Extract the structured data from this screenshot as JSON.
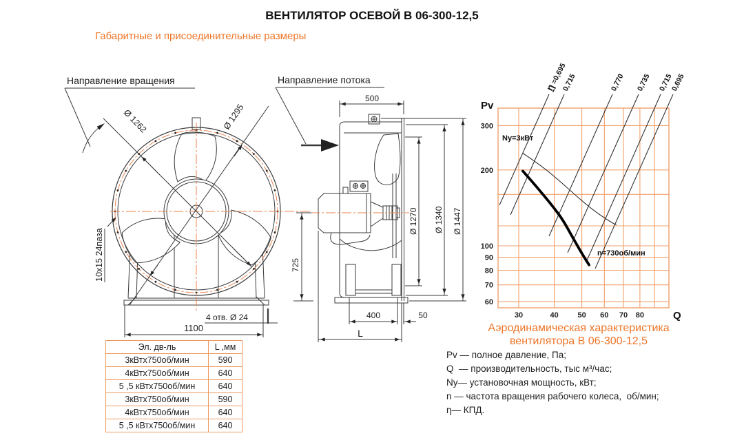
{
  "page": {
    "title": "ВЕНТИЛЯТОР ОСЕВОЙ В 06-300-12,5",
    "subtitle": "Габаритные и присоединительные размеры"
  },
  "front_view": {
    "rotation_label": "Направление вращения",
    "dia_impeller": "Ø 1262",
    "dia_bolt_circle": "Ø 1295",
    "slot_label": "10x15 24паза",
    "holes_label": "4 отв. Ø  24",
    "base_width": "1100"
  },
  "side_view": {
    "flow_label": "Направление потока",
    "casing_length": "500",
    "dia_inner": "Ø 1270",
    "dia_flange": "Ø 1340",
    "dia_overall": "Ø 1447",
    "axis_height": "725",
    "foot_span": "400",
    "foot_offset": "50",
    "total_length": "L"
  },
  "motor_table": {
    "headers": [
      "Эл. дв-ль",
      "L ,мм"
    ],
    "rows": [
      [
        "3кВтх750об/мин",
        "590"
      ],
      [
        "4кВтх750об/мин",
        "640"
      ],
      [
        "5 ,5 кВтх750об/мин",
        "640"
      ],
      [
        "3кВтх750об/мин",
        "590"
      ],
      [
        "4кВтх750об/мин",
        "640"
      ],
      [
        "5 ,5 кВтх750об/мин",
        "640"
      ]
    ]
  },
  "chart_data": {
    "type": "line",
    "title": "Аэродинамическая характеристика вентилятора  В 06-300-12,5",
    "caption_line1": "Аэродинамическая характеристика",
    "caption_line2": "вентилятора  В 06-300-12,5",
    "xlabel": "Q",
    "ylabel": "Pv",
    "x_scale": "log",
    "y_scale": "log",
    "x_ticks": [
      30,
      40,
      50,
      60,
      70,
      80
    ],
    "x_grid_extra": [
      90
    ],
    "y_ticks": [
      60,
      70,
      80,
      90,
      100,
      200,
      300
    ],
    "y_grid_extra": [
      120,
      160
    ],
    "xlim": [
      25.3,
      101
    ],
    "ylim": [
      57,
      352
    ],
    "grid": true,
    "grid_color": "#F2A06B",
    "legend_position": "none",
    "series": [
      {
        "name": "Pv(Q) при n=730об/мин",
        "style": "thick",
        "points": [
          [
            31,
            198
          ],
          [
            34,
            176
          ],
          [
            37,
            157
          ],
          [
            40,
            141
          ],
          [
            43,
            126
          ],
          [
            46,
            110
          ],
          [
            49,
            97
          ],
          [
            51,
            90
          ],
          [
            53,
            84
          ]
        ]
      },
      {
        "name": "Ny=3кВт",
        "style": "thin",
        "points": [
          [
            31,
            233
          ],
          [
            36,
            208
          ],
          [
            42,
            180
          ],
          [
            48,
            157
          ],
          [
            55,
            138
          ],
          [
            62,
            126
          ],
          [
            66,
            121
          ]
        ]
      }
    ],
    "eta_lines": [
      {
        "label": "η =0,695",
        "x1": 797,
        "y1": 137,
        "x2": 725,
        "y2": 298
      },
      {
        "label": "0,715",
        "x1": 819,
        "y1": 137,
        "x2": 741,
        "y2": 312
      },
      {
        "label": "0,770",
        "x1": 889,
        "y1": 137,
        "x2": 797,
        "y2": 343
      },
      {
        "label": "0,735",
        "x1": 927,
        "y1": 137,
        "x2": 824,
        "y2": 367
      },
      {
        "label": "0,715",
        "x1": 959,
        "y1": 137,
        "x2": 852,
        "y2": 378
      },
      {
        "label": "0,695",
        "x1": 977,
        "y1": 137,
        "x2": 864,
        "y2": 390
      }
    ],
    "annotations": [
      {
        "text": "Ny=3кВт",
        "x": 729,
        "y": 204
      },
      {
        "text": "n=730об/мин",
        "x": 867,
        "y": 371
      }
    ]
  },
  "legend": {
    "lines": [
      "Pv — полное давление, Па;",
      "Q  — производительность, тыс м³/час;",
      "Ny— установочная мощность, кВт;",
      "n — частота вращения рабочего колеса,  об/мин;",
      "η— КПД."
    ]
  }
}
